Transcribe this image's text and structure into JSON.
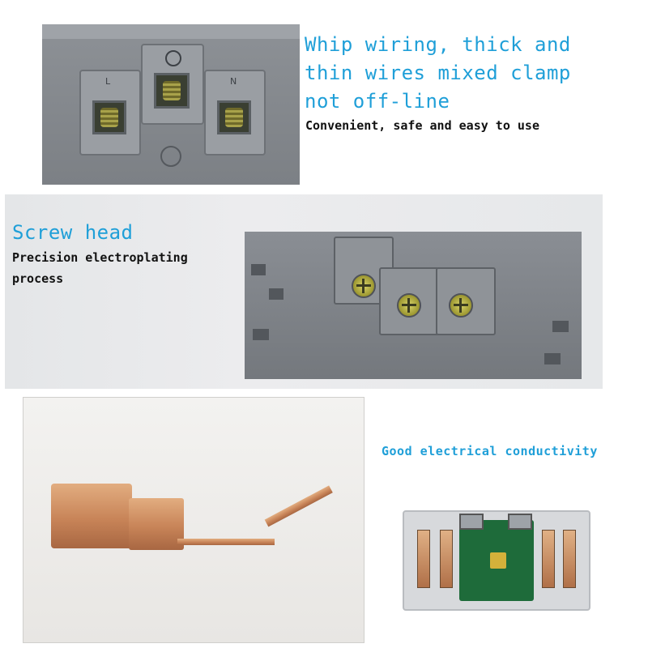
{
  "section_wiring": {
    "headline_line1": "Whip wiring, thick and",
    "headline_line2": "thin wires mixed clamp",
    "headline_line3": "not off-line",
    "caption": "Convenient, safe and easy to use",
    "terminal_labels": [
      "L",
      "N"
    ]
  },
  "section_screw": {
    "headline": "Screw head",
    "caption_line1": "Precision electroplating",
    "caption_line2": "process"
  },
  "section_conductivity": {
    "headline": "Good electrical conductivity"
  },
  "colors": {
    "accent_blue": "#1f9fd8",
    "caption_text": "#111111"
  }
}
